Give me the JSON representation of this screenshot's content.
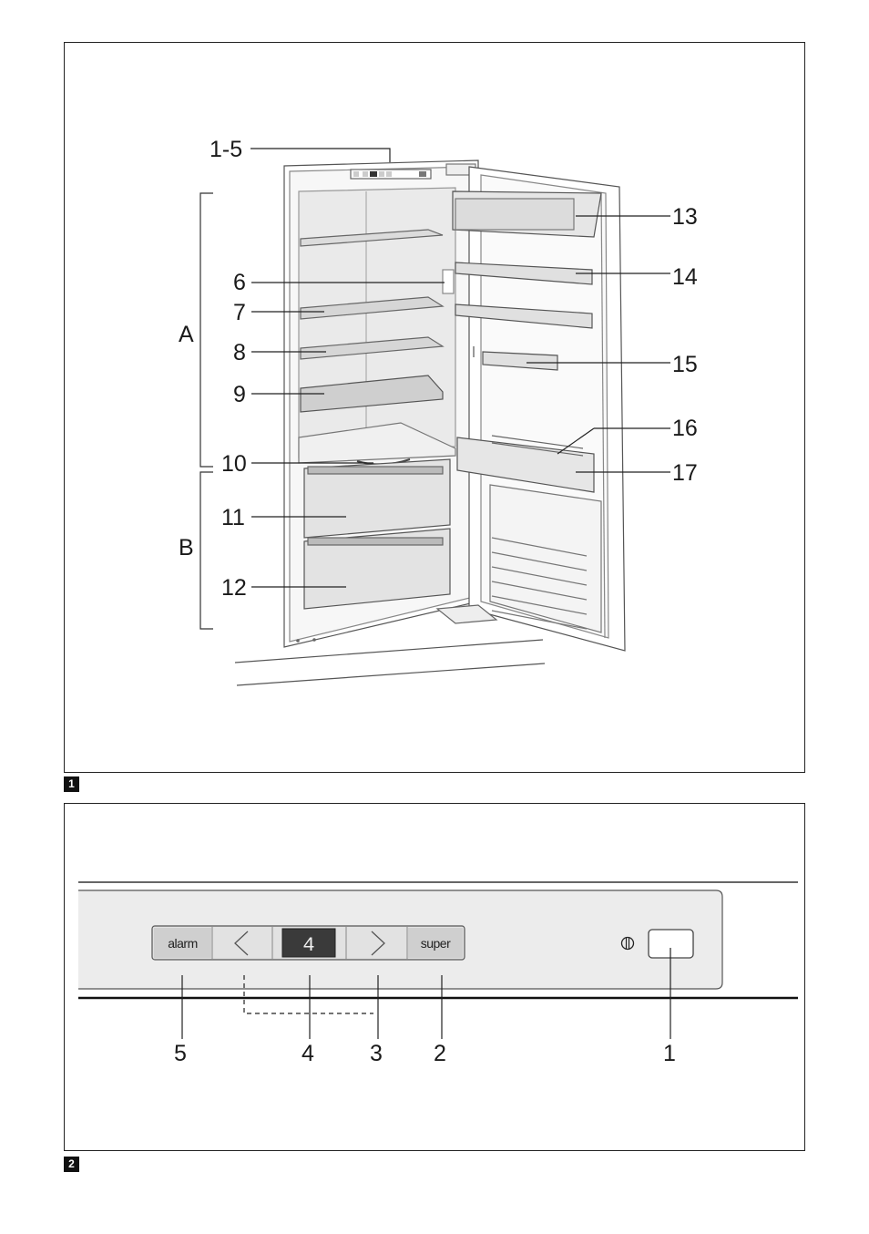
{
  "figure1": {
    "badge": "1",
    "labels": {
      "top": "1-5",
      "group_a": "A",
      "group_b": "B",
      "n6": "6",
      "n7": "7",
      "n8": "8",
      "n9": "9",
      "n10": "10",
      "n11": "11",
      "n12": "12",
      "n13": "13",
      "n14": "14",
      "n15": "15",
      "n16": "16",
      "n17": "17"
    }
  },
  "figure2": {
    "badge": "2",
    "buttons": {
      "alarm": "alarm",
      "super": "super",
      "display_value": "4"
    },
    "callouts": {
      "c1": "1",
      "c2": "2",
      "c3": "3",
      "c4": "4",
      "c5": "5"
    }
  }
}
